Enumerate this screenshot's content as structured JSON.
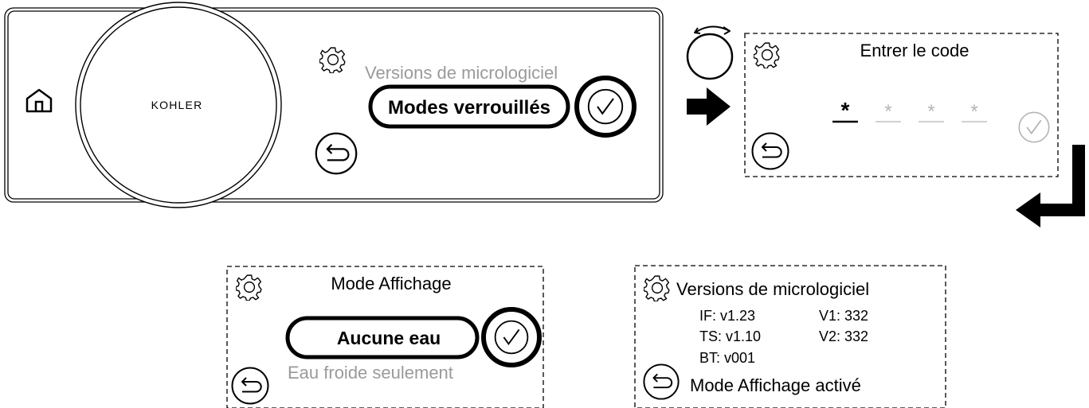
{
  "device": {
    "brand": "KOHLER",
    "menu_item_above": "Versions de micrologiciel",
    "menu_item_selected": "Modes verrouillés"
  },
  "code_screen": {
    "title": "Entrer le code",
    "digits": [
      "*",
      "*",
      "*",
      "*"
    ],
    "active_digit": 1
  },
  "display_mode_screen": {
    "title": "Mode Affichage",
    "option_selected": "Aucune eau",
    "option_below": "Eau froide seulement"
  },
  "firmware_screen": {
    "title": "Versions de micrologiciel",
    "rows": [
      {
        "key": "IF:",
        "value": "v1.23"
      },
      {
        "key": "TS:",
        "value": "v1.10"
      },
      {
        "key": "BT:",
        "value": "v001"
      },
      {
        "key": "V1:",
        "value": "332"
      },
      {
        "key": "V2:",
        "value": "332"
      }
    ],
    "footer": "Mode Affichage activé"
  },
  "icons": [
    "home-icon",
    "gear-icon",
    "back-icon",
    "check-icon",
    "rotate-knob-icon",
    "arrow-right-icon",
    "arrow-down-left-icon"
  ],
  "colors": {
    "ink": "#000000",
    "muted": "#9a9a9a",
    "dimmed": "#b5b5b5"
  }
}
